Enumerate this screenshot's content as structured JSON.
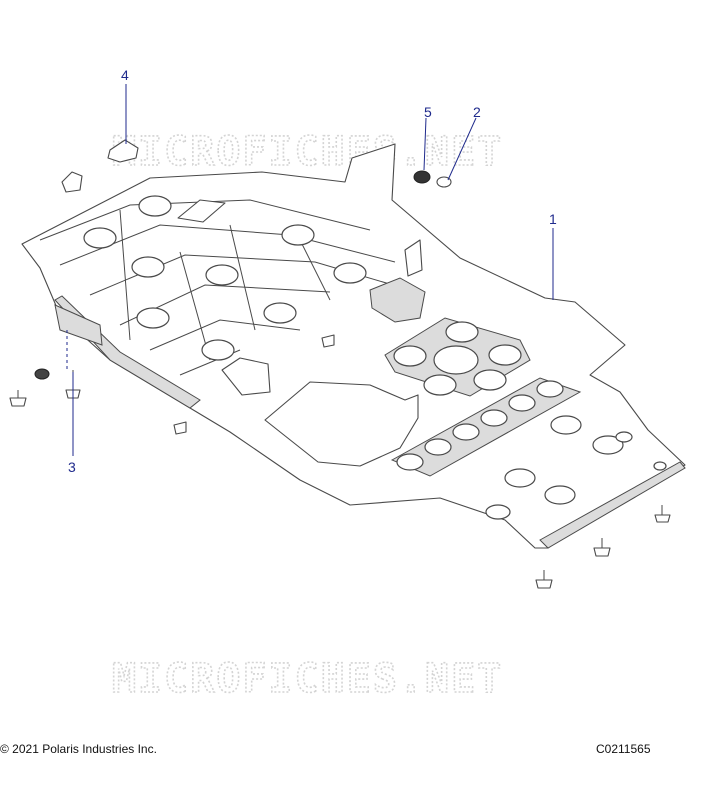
{
  "watermark": {
    "text": "MICROFICHES.NET"
  },
  "callouts": [
    {
      "id": "1",
      "label": "1"
    },
    {
      "id": "2",
      "label": "2"
    },
    {
      "id": "3",
      "label": "3"
    },
    {
      "id": "4",
      "label": "4"
    },
    {
      "id": "5",
      "label": "5"
    }
  ],
  "footer": {
    "copyright": "© 2021 Polaris Industries Inc.",
    "figure_code": "C0211565"
  }
}
